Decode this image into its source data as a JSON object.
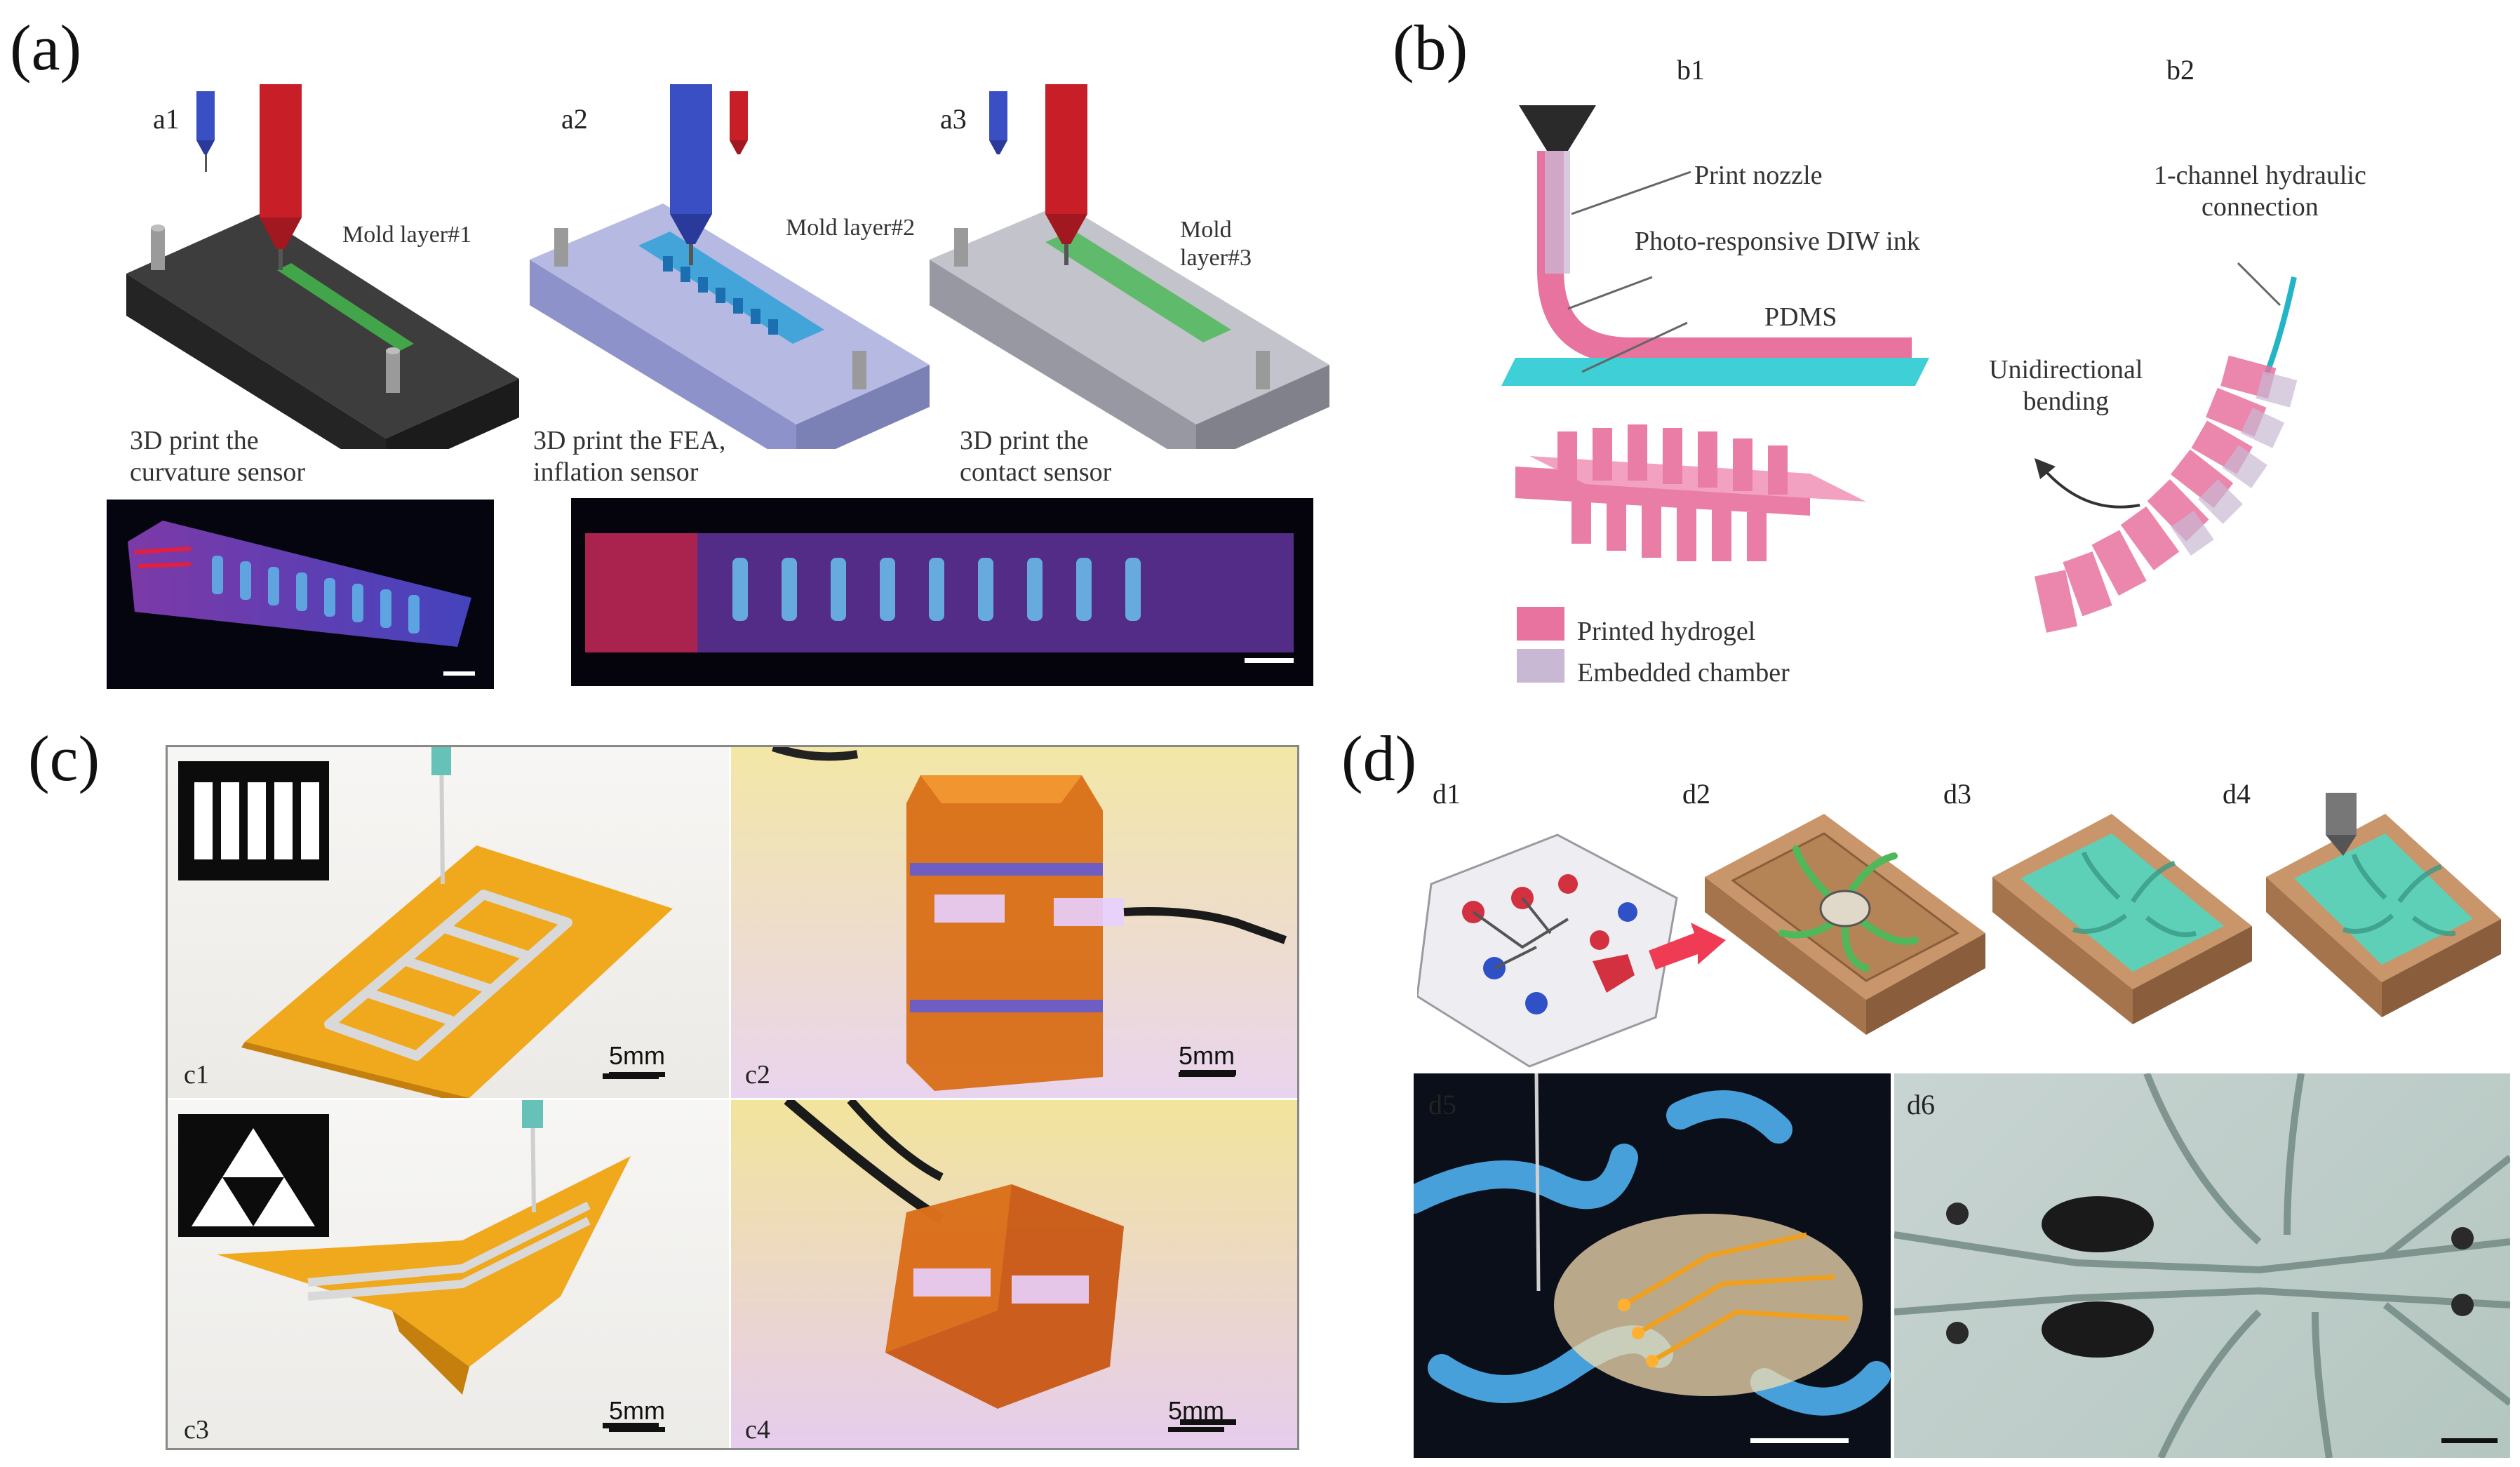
{
  "panels": {
    "a": {
      "label": "(a)",
      "subs": [
        "a1",
        "a2",
        "a3"
      ],
      "mold_labels": [
        "Mold layer#1",
        "Mold layer#2",
        "Mold\nlayer#3"
      ],
      "captions": [
        "3D print the\ncurvature sensor",
        "3D print the FEA,\ninflation sensor",
        "3D print the\ncontact sensor"
      ]
    },
    "b": {
      "label": "(b)",
      "subs": [
        "b1",
        "b2"
      ],
      "annotations": {
        "nozzle": "Print nozzle",
        "ink": "Photo-responsive DIW ink",
        "pdms": "PDMS",
        "hydraulic": "1-channel hydraulic\nconnection",
        "bending": "Unidirectional\nbending"
      },
      "legend": [
        {
          "label": "Printed hydrogel",
          "color": "#e8739e"
        },
        {
          "label": "Embedded chamber",
          "color": "#c9b8d4"
        }
      ]
    },
    "c": {
      "label": "(c)",
      "cells": [
        "c1",
        "c2",
        "c3",
        "c4"
      ],
      "scale": "5mm"
    },
    "d": {
      "label": "(d)",
      "subs": [
        "d1",
        "d2",
        "d3",
        "d4",
        "d5",
        "d6"
      ]
    }
  },
  "colors": {
    "red_nozzle": "#c81e28",
    "blue_nozzle": "#3b4fc4",
    "hydrogel": "#e8739e",
    "pdms": "#3ed0d6",
    "mold_tan": "#c8966a",
    "gel_teal": "#5fd0b8",
    "kapton": "#f0a81c"
  }
}
